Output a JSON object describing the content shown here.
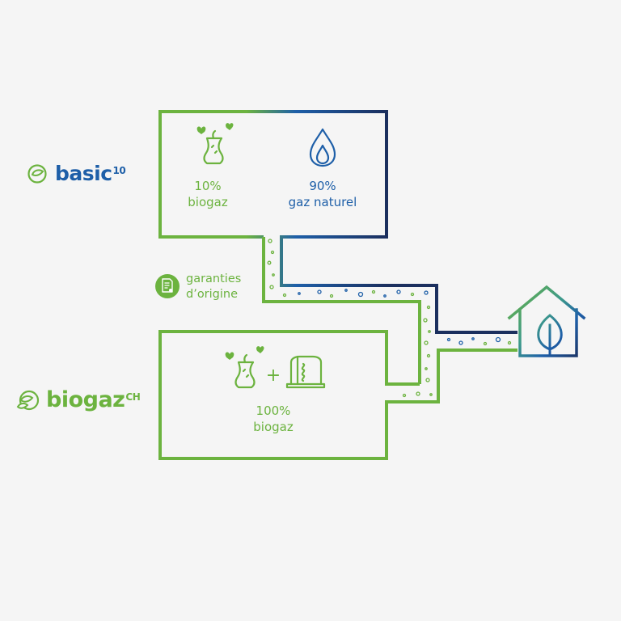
{
  "products": {
    "basic": {
      "name": "basic",
      "superscript": "10"
    },
    "biogaz": {
      "name": "biogaz",
      "superscript": "CH"
    }
  },
  "basic_box": {
    "biogas_share": "10%",
    "biogas_label": "biogaz",
    "natural_gas_share": "90%",
    "natural_gas_label": "gaz naturel"
  },
  "biogaz_box": {
    "plus": "+",
    "share": "100%",
    "label": "biogaz"
  },
  "guarantees": {
    "line1": "garanties",
    "line2": "d’origine"
  },
  "icons": {
    "basic_logo": "leaf-circle-logo-icon",
    "biogaz_logo": "double-leaf-logo-icon",
    "biowaste": "apple-core-icon",
    "natural_gas": "gas-flame-icon",
    "digester": "biogas-tank-icon",
    "certificate": "certificate-document-icon",
    "house": "eco-house-icon"
  },
  "colors": {
    "green": "#6cb33f",
    "blue": "#1e5fa8",
    "navy": "#1b2f5e",
    "background": "#f5f5f5"
  }
}
